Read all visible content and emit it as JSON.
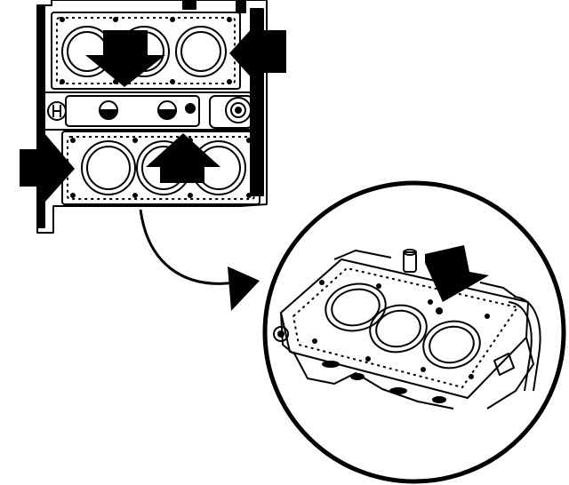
{
  "figure": {
    "type": "line-drawing",
    "subject": "engine-block-head-gaskets",
    "ink_color": "#000000",
    "paper_color": "#ffffff",
    "arrows_in_main_view": 4,
    "arrows_in_detail_view": 1,
    "detail_callout": "circle-magnified-view",
    "text_labels": []
  }
}
